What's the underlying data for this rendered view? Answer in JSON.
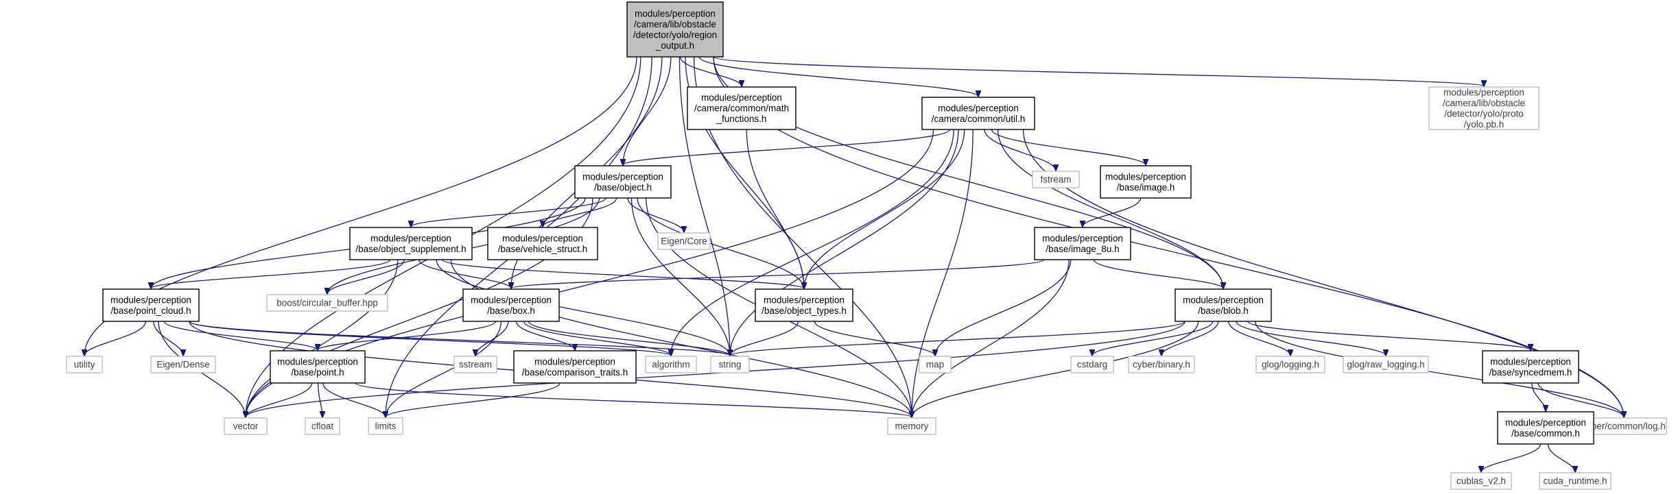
{
  "colors": {
    "edge": "#191970",
    "node_border": "#000000",
    "external_border": "#bfbfbf",
    "root_fill": "#bfbfbf"
  },
  "nodes": [
    {
      "id": "root",
      "kind": "root",
      "lines": [
        "modules/perception",
        "/camera/lib/obstacle",
        "/detector/yolo/region",
        "_output.h"
      ]
    },
    {
      "id": "math_functions",
      "kind": "project",
      "lines": [
        "modules/perception",
        "/camera/common/math",
        "_functions.h"
      ]
    },
    {
      "id": "util",
      "kind": "project",
      "lines": [
        "modules/perception",
        "/camera/common/util.h"
      ]
    },
    {
      "id": "yolo_pb",
      "kind": "external",
      "lines": [
        "modules/perception",
        "/camera/lib/obstacle",
        "/detector/yolo/proto",
        "/yolo.pb.h"
      ]
    },
    {
      "id": "object",
      "kind": "project",
      "lines": [
        "modules/perception",
        "/base/object.h"
      ]
    },
    {
      "id": "fstream",
      "kind": "external",
      "lines": [
        "fstream"
      ]
    },
    {
      "id": "image",
      "kind": "project",
      "lines": [
        "modules/perception",
        "/base/image.h"
      ]
    },
    {
      "id": "object_supplement",
      "kind": "project",
      "lines": [
        "modules/perception",
        "/base/object_supplement.h"
      ]
    },
    {
      "id": "vehicle_struct",
      "kind": "project",
      "lines": [
        "modules/perception",
        "/base/vehicle_struct.h"
      ]
    },
    {
      "id": "eigen_core",
      "kind": "external",
      "lines": [
        "Eigen/Core"
      ]
    },
    {
      "id": "image_8u",
      "kind": "project",
      "lines": [
        "modules/perception",
        "/base/image_8u.h"
      ]
    },
    {
      "id": "boost_cb",
      "kind": "external",
      "lines": [
        "boost/circular_buffer.hpp"
      ]
    },
    {
      "id": "point_cloud",
      "kind": "project",
      "lines": [
        "modules/perception",
        "/base/point_cloud.h"
      ]
    },
    {
      "id": "box",
      "kind": "project",
      "lines": [
        "modules/perception",
        "/base/box.h"
      ]
    },
    {
      "id": "object_types",
      "kind": "project",
      "lines": [
        "modules/perception",
        "/base/object_types.h"
      ]
    },
    {
      "id": "blob",
      "kind": "project",
      "lines": [
        "modules/perception",
        "/base/blob.h"
      ]
    },
    {
      "id": "utility",
      "kind": "external",
      "lines": [
        "utility"
      ]
    },
    {
      "id": "eigen_dense",
      "kind": "external",
      "lines": [
        "Eigen/Dense"
      ]
    },
    {
      "id": "point",
      "kind": "project",
      "lines": [
        "modules/perception",
        "/base/point.h"
      ]
    },
    {
      "id": "sstream",
      "kind": "external",
      "lines": [
        "sstream"
      ]
    },
    {
      "id": "comparison_traits",
      "kind": "project",
      "lines": [
        "modules/perception",
        "/base/comparison_traits.h"
      ]
    },
    {
      "id": "algorithm",
      "kind": "external",
      "lines": [
        "algorithm"
      ]
    },
    {
      "id": "string",
      "kind": "external",
      "lines": [
        "string"
      ]
    },
    {
      "id": "map",
      "kind": "external",
      "lines": [
        "map"
      ]
    },
    {
      "id": "cstdarg",
      "kind": "external",
      "lines": [
        "cstdarg"
      ]
    },
    {
      "id": "cyber_binary",
      "kind": "external",
      "lines": [
        "cyber/binary.h"
      ]
    },
    {
      "id": "glog_logging",
      "kind": "external",
      "lines": [
        "glog/logging.h"
      ]
    },
    {
      "id": "glog_raw_logging",
      "kind": "external",
      "lines": [
        "glog/raw_logging.h"
      ]
    },
    {
      "id": "syncedmem",
      "kind": "project",
      "lines": [
        "modules/perception",
        "/base/syncedmem.h"
      ]
    },
    {
      "id": "vector",
      "kind": "external",
      "lines": [
        "vector"
      ]
    },
    {
      "id": "cfloat",
      "kind": "external",
      "lines": [
        "cfloat"
      ]
    },
    {
      "id": "limits",
      "kind": "external",
      "lines": [
        "limits"
      ]
    },
    {
      "id": "memory",
      "kind": "external",
      "lines": [
        "memory"
      ]
    },
    {
      "id": "cyber_log",
      "kind": "external",
      "lines": [
        "cyber/common/log.h"
      ]
    },
    {
      "id": "common",
      "kind": "project",
      "lines": [
        "modules/perception",
        "/base/common.h"
      ]
    },
    {
      "id": "cublas",
      "kind": "external",
      "lines": [
        "cublas_v2.h"
      ]
    },
    {
      "id": "cuda_runtime",
      "kind": "external",
      "lines": [
        "cuda_runtime.h"
      ]
    }
  ],
  "edges": [
    [
      "root",
      "vector"
    ],
    [
      "root",
      "utility"
    ],
    [
      "root",
      "limits"
    ],
    [
      "root",
      "string"
    ],
    [
      "root",
      "box"
    ],
    [
      "root",
      "object"
    ],
    [
      "root",
      "math_functions"
    ],
    [
      "root",
      "object_types"
    ],
    [
      "root",
      "util"
    ],
    [
      "root",
      "blob"
    ],
    [
      "root",
      "memory"
    ],
    [
      "root",
      "cyber_log"
    ],
    [
      "root",
      "yolo_pb"
    ],
    [
      "math_functions",
      "object_types"
    ],
    [
      "util",
      "object"
    ],
    [
      "util",
      "object_types"
    ],
    [
      "util",
      "algorithm"
    ],
    [
      "util",
      "string"
    ],
    [
      "util",
      "vector"
    ],
    [
      "util",
      "memory"
    ],
    [
      "util",
      "fstream"
    ],
    [
      "util",
      "image"
    ],
    [
      "util",
      "blob"
    ],
    [
      "util",
      "cyber_log"
    ],
    [
      "object",
      "point_cloud"
    ],
    [
      "object",
      "object_supplement"
    ],
    [
      "object",
      "vehicle_struct"
    ],
    [
      "object",
      "eigen_core"
    ],
    [
      "object",
      "object_types"
    ],
    [
      "object",
      "string"
    ],
    [
      "object",
      "memory"
    ],
    [
      "object",
      "vector"
    ],
    [
      "object",
      "boost_cb"
    ],
    [
      "object_supplement",
      "point_cloud"
    ],
    [
      "object_supplement",
      "boost_cb"
    ],
    [
      "object_supplement",
      "box"
    ],
    [
      "object_supplement",
      "object_types"
    ],
    [
      "object_supplement",
      "string"
    ],
    [
      "object_supplement",
      "memory"
    ],
    [
      "object_supplement",
      "vector"
    ],
    [
      "image",
      "image_8u"
    ],
    [
      "image_8u",
      "box"
    ],
    [
      "image_8u",
      "blob"
    ],
    [
      "image_8u",
      "map"
    ],
    [
      "image_8u",
      "memory"
    ],
    [
      "point_cloud",
      "utility"
    ],
    [
      "point_cloud",
      "eigen_dense"
    ],
    [
      "point_cloud",
      "vector"
    ],
    [
      "point_cloud",
      "point"
    ],
    [
      "point_cloud",
      "string"
    ],
    [
      "point_cloud",
      "algorithm"
    ],
    [
      "point_cloud",
      "memory"
    ],
    [
      "box",
      "point"
    ],
    [
      "box",
      "sstream"
    ],
    [
      "box",
      "comparison_traits"
    ],
    [
      "box",
      "algorithm"
    ],
    [
      "box",
      "string"
    ],
    [
      "box",
      "limits"
    ],
    [
      "object_types",
      "string"
    ],
    [
      "object_types",
      "map"
    ],
    [
      "point",
      "vector"
    ],
    [
      "point",
      "cfloat"
    ],
    [
      "point",
      "limits"
    ],
    [
      "point",
      "memory"
    ],
    [
      "comparison_traits",
      "limits"
    ],
    [
      "blob",
      "string"
    ],
    [
      "blob",
      "vector"
    ],
    [
      "blob",
      "cstdarg"
    ],
    [
      "blob",
      "cyber_binary"
    ],
    [
      "blob",
      "glog_logging"
    ],
    [
      "blob",
      "glog_raw_logging"
    ],
    [
      "blob",
      "syncedmem"
    ],
    [
      "blob",
      "memory"
    ],
    [
      "blob",
      "cyber_log"
    ],
    [
      "syncedmem",
      "common"
    ],
    [
      "syncedmem",
      "cyber_log"
    ],
    [
      "common",
      "cublas"
    ],
    [
      "common",
      "cuda_runtime"
    ]
  ]
}
